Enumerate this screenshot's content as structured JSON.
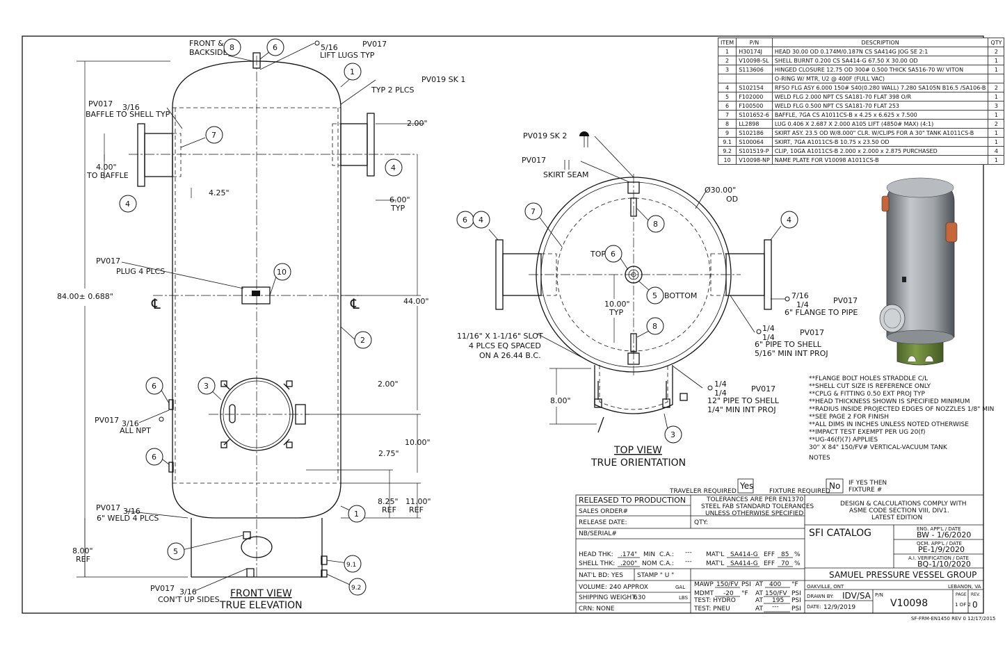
{
  "bom": {
    "headers": [
      "ITEM",
      "P/N",
      "DESCRIPTION",
      "QTY"
    ],
    "rows": [
      {
        "item": "1",
        "pn": "H30174J",
        "desc": "HEAD 30.00 OD 0.174M/0.187N CS SA414G JOG SE 2:1",
        "qty": "2"
      },
      {
        "item": "2",
        "pn": "V10098-SL",
        "desc": "SHELL BURNT 0.200 CS SA414-G 67.50 X 30.00 OD",
        "qty": "1"
      },
      {
        "item": "3",
        "pn": "S113606",
        "desc": "HINGED CLOSURE 12.75 OD 300# 0.500 THICK SA516-70 W/ VITON",
        "qty": "1"
      },
      {
        "item": "",
        "pn": "",
        "desc": "O-RING W/ MTR, U2 @ 400F (FULL VAC)",
        "qty": ""
      },
      {
        "item": "4",
        "pn": "S102154",
        "desc": "RFSO FLG ASY 6.000 150# S40(0.280 WALL) 7.280 SA105N B16.5 /SA106-B",
        "qty": "2"
      },
      {
        "item": "5",
        "pn": "F102000",
        "desc": "WELD FLG 2.000 NPT CS SA181-70 FLAT 398 O/R",
        "qty": "1"
      },
      {
        "item": "6",
        "pn": "F100500",
        "desc": "WELD FLG 0.500 NPT CS SA181-70 FLAT 253",
        "qty": "3"
      },
      {
        "item": "7",
        "pn": "S101652-6",
        "desc": "BAFFLE, 7GA CS A1011CS-B x 4.25 x 6.625 x 7.500",
        "qty": "1"
      },
      {
        "item": "8",
        "pn": "LL2898",
        "desc": "LUG 0.406 X 2.687 X 2.000 A105 LIFT (4850# MAX) (4:1)",
        "qty": "2"
      },
      {
        "item": "9",
        "pn": "S102186",
        "desc": "SKIRT ASY. 23.5 OD W/8.000\" CLR. W/CLIPS FOR A 30\" TANK A1011CS-B",
        "qty": "1"
      },
      {
        "item": "9.1",
        "pn": "S100064",
        "desc": "SKIRT, 7GA A1011CS-B 10.75 x 23.50 OD",
        "qty": "1"
      },
      {
        "item": "9.2",
        "pn": "S101519-P",
        "desc": "CLIP, 10GA A1011CS-B 2.000 x 2.000 x 2.875 PURCHASED",
        "qty": "4"
      },
      {
        "item": "10",
        "pn": "V10098-NP",
        "desc": "NAME PLATE FOR V10098 A1011CS-B",
        "qty": "1"
      }
    ]
  },
  "front": {
    "front_backside_1": "FRONT &",
    "front_backside_2": "BACKSIDE",
    "lug_weld_size": "5/16",
    "lug_weld_code": "PV017",
    "lug_note": "LIFT LUGS TYP",
    "pv019": "PV019 SK 1",
    "typ2": "TYP 2 PLCS",
    "baffle_code": "PV017",
    "baffle_size": "3/16",
    "baffle_note": "BAFFLE TO SHELL TYP",
    "dim_4_to_baffle_1": "4.00\"",
    "dim_4_to_baffle_2": "TO BAFFLE",
    "dim_425": "4.25\"",
    "dim_200_top": "2.00\"",
    "dim_600_1": "6.00\"",
    "dim_600_2": "TYP",
    "plug_code": "PV017",
    "plug_note": "PLUG 4 PLCS",
    "dim_84": "84.00± 0.688\"",
    "cl": "℄",
    "dim_44": "44.00\"",
    "dim_200_mid": "2.00\"",
    "npt_code": "PV017",
    "npt_size": "3/16",
    "npt_note": "ALL NPT",
    "dim_10": "10.00\"",
    "dim_275": "2.75\"",
    "dim_825_1": "8.25\"",
    "dim_825_2": "REF",
    "dim_11_1": "11.00\"",
    "dim_11_2": "REF",
    "weld6_code": "PV017",
    "weld6_size": "3/16",
    "weld6_note": "6\" WELD 4 PLCS",
    "dim_8_1": "8.00\"",
    "dim_8_2": "REF",
    "cont_code": "PV017",
    "cont_size": "3/16",
    "cont_note": "CON'T UP SIDES",
    "view_title": "FRONT VIEW",
    "view_sub": "TRUE ELEVATION"
  },
  "top": {
    "pv019": "PV019 SK 2",
    "skirt_code": "PV017",
    "skirt_note": "SKIRT SEAM",
    "od_1": "Ø30.00\"",
    "od_2": "OD",
    "top_label": "TOP",
    "bottom_label": "BOTTOM",
    "dim_10_1": "10.00\"",
    "dim_10_2": "TYP",
    "slot_1": "11/16\" X 1-1/16\" SLOT",
    "slot_2": "4 PLCS EQ SPACED",
    "slot_3": "ON A 26.44 B.C.",
    "fl_size1": "7/16",
    "fl_size2": "1/4",
    "fl_code": "PV017",
    "fl_note": "6\" FLANGE TO PIPE",
    "p6_size1": "1/4",
    "p6_size2": "1/4",
    "p6_code": "PV017",
    "p6_note1": "6\" PIPE TO SHELL",
    "p6_note2": "5/16\" MIN INT PROJ",
    "p12_size1": "1/4",
    "p12_size2": "1/4",
    "p12_code": "PV017",
    "p12_note1": "12\" PIPE TO SHELL",
    "p12_note2": "1/4\" MIN INT PROJ",
    "dim_8": "8.00\"",
    "view_title": "TOP VIEW",
    "view_sub": "TRUE ORIENTATION"
  },
  "notes": {
    "lines": [
      "**FLANGE BOLT HOLES STRADDLE C/L",
      "**SHELL CUT SIZE IS REFERENCE ONLY",
      "**CPLG & FITTING 0.50 EXT PROJ TYP",
      "**HEAD THICKNESS SHOWN IS SPECIFIED MINIMUM",
      "**RADIUS INSIDE PROJECTED EDGES OF NOZZLES 1/8\" MIN",
      "**SEE PAGE 2 FOR FINISH",
      "**ALL DIMS IN INCHES UNLESS NOTED OTHERWISE",
      "**IMPACT TEST EXEMPT PER UG 20(f)",
      "**UG-46(f)(7) APPLIES"
    ],
    "tank": "30\" X 84\" 150/FV# VERTICAL-VACUUM TANK",
    "notes_label": "NOTES"
  },
  "title": {
    "traveler": "TRAVELER REQUIRED",
    "traveler_val": "Yes",
    "fixture": "FIXTURE REQUIRED",
    "fixture_val": "No",
    "ifyes_1": "IF YES THEN",
    "ifyes_2": "FIXTURE #",
    "released": "RELEASED TO PRODUCTION",
    "tol_1": "TOLERANCES ARE PER EN1370",
    "tol_2": "STEEL FAB STANDARD TOLERANCES",
    "tol_3": "UNLESS OTHERWISE SPECIFIED",
    "design_1": "DESIGN & CALCULATIONS COMPLY WITH",
    "design_2": "ASME CODE SECTION VIII, DIV1.",
    "design_3": "LATEST EDITION",
    "sales": "SALES ORDER#",
    "release_date": "RELEASE DATE:",
    "qty": "QTY:",
    "nb": "NB/SERIAL#",
    "catalog": "SFI CATALOG",
    "eng_lbl": "ENG. APP'L / DATE",
    "eng_val": "BW - 1/6/2020",
    "qcm_lbl": "QCM. APP'L / DATE",
    "qcm_val": "PE-1/9/2020",
    "ai_lbl": "A.I. VERIFICATION / DATE",
    "ai_val": "BQ-1/10/2020",
    "head_thk": "HEAD THK:",
    "head_thk_v": ".174\"",
    "min": "MIN",
    "ca": "C.A.:",
    "ca_v": "---",
    "matl": "MAT'L",
    "head_mat": "SA414-G",
    "eff": "EFF",
    "head_eff": "85",
    "pct": "%",
    "shell_thk": "SHELL THK:",
    "shell_thk_v": ".200\"",
    "nom": "NOM",
    "shell_mat": "SA414-G",
    "shell_eff": "70",
    "company": "SAMUEL PRESSURE VESSEL GROUP",
    "natl": "NAT'L BD: YES",
    "stamp": "STAMP \" U \"",
    "mawp": "MAWP",
    "mawp_v": "150/FV",
    "psi": "PSI",
    "at": "AT",
    "at1": "400",
    "degf": "°F",
    "city1": "OAKVILLE, ONT",
    "city2": "LEBANON, VA",
    "volume": "VOLUME:",
    "volume_v": "240 APPROX",
    "gal": "GAL",
    "mdmt": "MDMT",
    "mdmt_v": "-20",
    "at2": "150/FV",
    "drawn": "DRAWN BY:",
    "drawn_v": "IDV/SA",
    "pn_lbl": "P/N",
    "pn_val": "V10098",
    "page_lbl": "PAGE",
    "rev_lbl": "REV.",
    "page_v": "1 OF 2",
    "rev_v": "0",
    "ship": "SHIPPING WEIGHT:",
    "ship_v": "630",
    "lbs": "LBS",
    "test1": "TEST: HYDRO",
    "test1_at": "195",
    "date_lbl": "DATE:",
    "date_v": "12/9/2019",
    "crn": "CRN: NONE",
    "test2": "TEST: PNEU",
    "test2_at": "---",
    "form": "SF-FRM-EN1450  REV 0 12/17/2015"
  },
  "balloons": {
    "b1": "1",
    "b2": "2",
    "b3": "3",
    "b4": "4",
    "b5": "5",
    "b6": "6",
    "b7": "7",
    "b8": "8",
    "b9_1": "9.1",
    "b9_2": "9.2",
    "b10": "10"
  },
  "colors": {
    "line": "#111111",
    "shell": "#8f9499",
    "skirt": "#6f8a3a",
    "nozzle": "#c5673a"
  }
}
